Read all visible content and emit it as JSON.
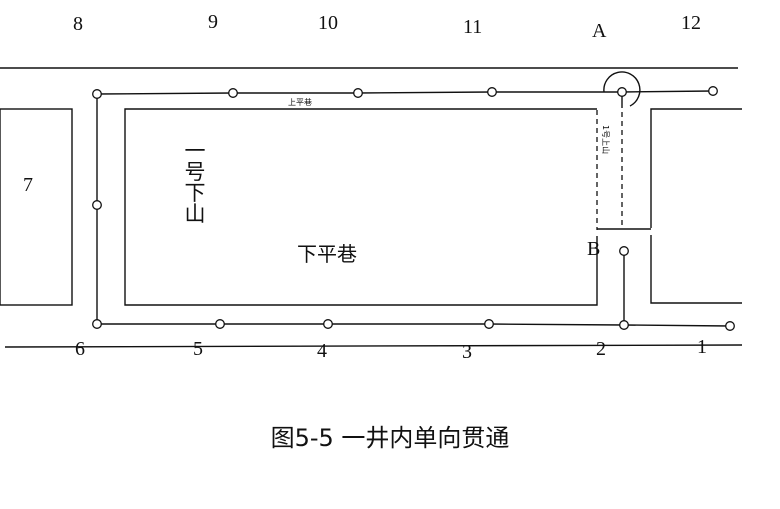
{
  "top_numbers": [
    "8",
    "9",
    "10",
    "11",
    "12"
  ],
  "bottom_numbers": [
    "6",
    "5",
    "4",
    "3",
    "2",
    "1"
  ],
  "left_block": "7",
  "point_labels": {
    "a": "A",
    "b": "B"
  },
  "labels": {
    "upper_roadway": "上平巷",
    "lower_roadway": "下平巷",
    "downhill": "一号下山",
    "uphill": "1号上山"
  },
  "caption": "图5-5 一井内单向贯通",
  "colors": {
    "ink": "#111111",
    "background": "#ffffff"
  }
}
